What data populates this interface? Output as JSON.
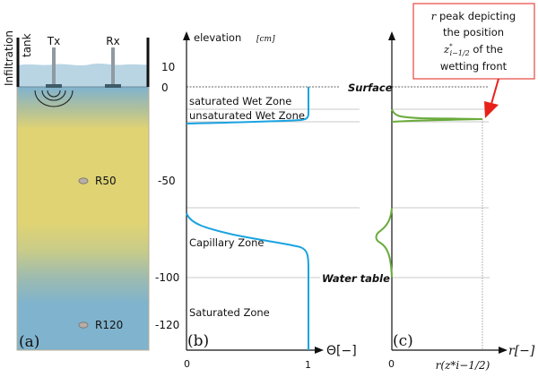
{
  "panel_a": {
    "label": "(a)",
    "tank_label_line1": "Infiltration",
    "tank_label_line2": "tank",
    "transmitter": "Tx",
    "receiver": "Rx",
    "sensors": [
      {
        "name": "R50"
      },
      {
        "name": "R120"
      }
    ],
    "elevation_ticks": [
      "10",
      "0",
      "-50",
      "-100",
      "-120"
    ],
    "colors": {
      "water": "#b9d5e4",
      "wet_soil": "#7fb3cf",
      "dry_soil": "#dfd374",
      "sensor": "#b7aea8"
    }
  },
  "panel_b": {
    "label": "(b)",
    "y_axis_label": "elevation",
    "y_axis_unit": "[cm]",
    "x_axis_label": "Θ[−]",
    "x_ticks": [
      "0",
      "1"
    ],
    "zones": [
      "saturated Wet Zone",
      "unsaturated Wet Zone",
      "Capillary Zone",
      "Saturated Zone"
    ],
    "surface_label": "Surface",
    "water_table_label": "Water table",
    "curve_color": "#1aa3e0"
  },
  "panel_c": {
    "label": "(c)",
    "x_axis_label": "r[−]",
    "x_ticks": [
      "0",
      "r(z*i−1/2)"
    ],
    "x_tick_peak_main": "r(z",
    "x_tick_peak_sup": "*",
    "x_tick_peak_sub": "i−1/2",
    "x_tick_peak_close": ")",
    "curve_color": "#6aab3c",
    "annotation": {
      "line1_var": "r",
      "line1_rest": " peak depicting",
      "line2": "the position",
      "line3_var": "z",
      "line3_sup": "*",
      "line3_sub": "i−1/2",
      "line3_rest": " of the",
      "line4": "wetting front",
      "border_color": "#e8473f",
      "arrow_color": "#e8201a"
    }
  }
}
